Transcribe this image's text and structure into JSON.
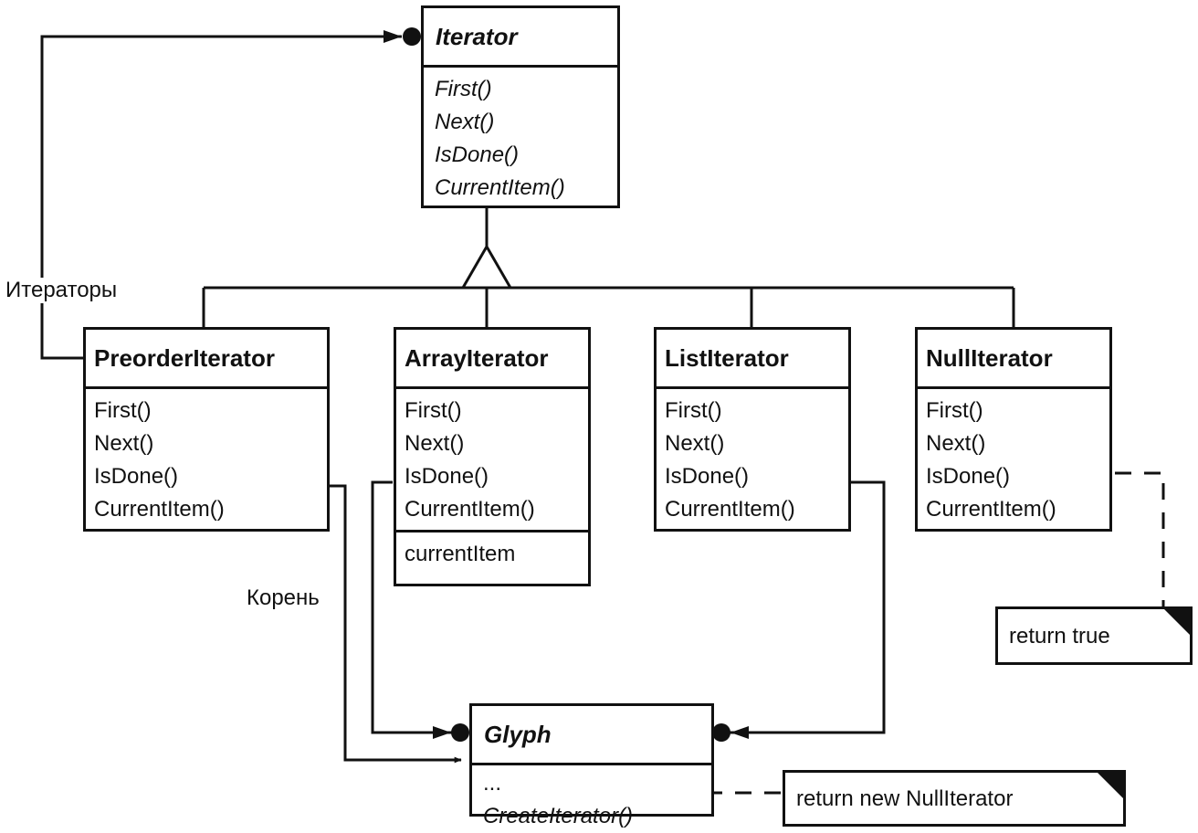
{
  "classes": {
    "iterator": {
      "name": "Iterator",
      "operations": [
        "First()",
        "Next()",
        "IsDone()",
        "CurrentItem()"
      ]
    },
    "preorder_iterator": {
      "name": "PreorderIterator",
      "operations": [
        "First()",
        "Next()",
        "IsDone()",
        "CurrentItem()"
      ]
    },
    "array_iterator": {
      "name": "ArrayIterator",
      "operations": [
        "First()",
        "Next()",
        "IsDone()",
        "CurrentItem()"
      ],
      "attributes": [
        "currentItem"
      ]
    },
    "list_iterator": {
      "name": "ListIterator",
      "operations": [
        "First()",
        "Next()",
        "IsDone()",
        "CurrentItem()"
      ]
    },
    "null_iterator": {
      "name": "NullIterator",
      "operations": [
        "First()",
        "Next()",
        "IsDone()",
        "CurrentItem()"
      ]
    },
    "glyph": {
      "name": "Glyph",
      "operations": [
        "...",
        "CreateIterator()"
      ]
    }
  },
  "labels": {
    "iterators_role": "Итераторы",
    "root_role": "Корень"
  },
  "notes": {
    "isdone_note": "return true",
    "create_iterator_note": "return new NullIterator"
  }
}
